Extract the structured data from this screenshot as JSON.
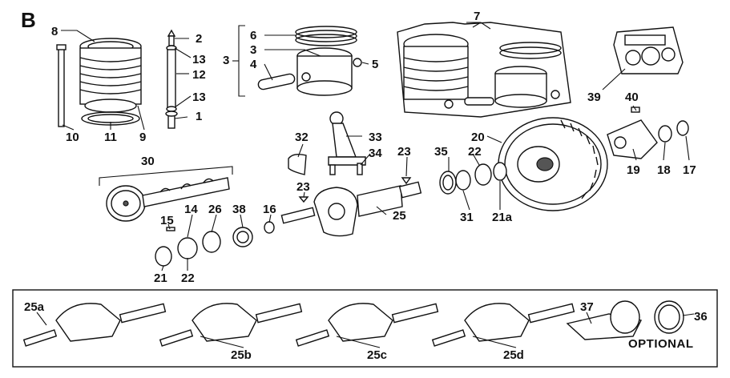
{
  "section_letter": "B",
  "callouts": {
    "c1": "1",
    "c2": "2",
    "c3a": "3",
    "c3b": "3",
    "c4": "4",
    "c5": "5",
    "c6": "6",
    "c7": "7",
    "c8": "8",
    "c9": "9",
    "c10": "10",
    "c11": "11",
    "c12": "12",
    "c13a": "13",
    "c13b": "13",
    "c14": "14",
    "c15": "15",
    "c16": "16",
    "c17": "17",
    "c18": "18",
    "c19": "19",
    "c20": "20",
    "c21": "21",
    "c21a": "21a",
    "c22a": "22",
    "c22b": "22",
    "c23a": "23",
    "c23b": "23",
    "c25": "25",
    "c26": "26",
    "c30": "30",
    "c31": "31",
    "c32": "32",
    "c33": "33",
    "c34": "34",
    "c35": "35",
    "c36": "36",
    "c37": "37",
    "c38": "38",
    "c39": "39",
    "c40": "40",
    "c25a": "25a",
    "c25b": "25b",
    "c25c": "25c",
    "c25d": "25d"
  },
  "optional_label": "OPTIONAL"
}
